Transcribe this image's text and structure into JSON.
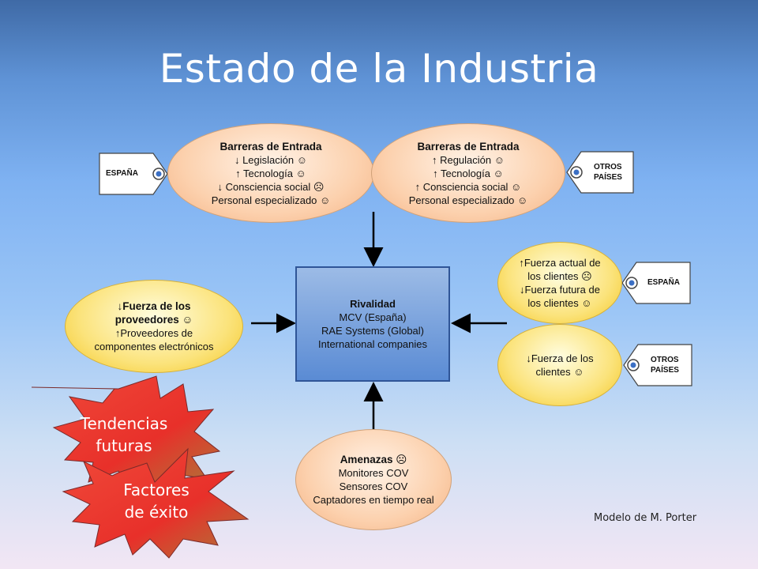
{
  "title": "Estado de la Industria",
  "barriers_spain": {
    "heading": "Barreras de Entrada",
    "lines": [
      "↓ Legislación ☺",
      "↑ Tecnología ☺",
      "↓ Consciencia social ☹",
      "Personal especializado ☺"
    ]
  },
  "barriers_other": {
    "heading": "Barreras de Entrada",
    "lines": [
      "↑ Regulación ☺",
      "↑ Tecnología ☺",
      "↑ Consciencia social ☺",
      "Personal especializado ☺"
    ]
  },
  "tags": {
    "spain_top": "ESPAÑA",
    "other_top_1": "OTROS",
    "other_top_2": "PAÍSES",
    "spain_right": "ESPAÑA",
    "other_right_1": "OTROS",
    "other_right_2": "PAÍSES"
  },
  "suppliers": {
    "heading_1": "↓Fuerza de los",
    "heading_2": "proveedores ☺",
    "lines": [
      "↑Proveedores de",
      "componentes electrónicos"
    ]
  },
  "rivalry": {
    "heading": "Rivalidad",
    "lines": [
      "MCV (España)",
      "RAE Systems (Global)",
      "International companies"
    ]
  },
  "clients_spain": {
    "lines": [
      "↑Fuerza actual de",
      "los clientes ☹",
      "↓Fuerza futura de",
      "los clientes ☺"
    ]
  },
  "clients_other": {
    "lines": [
      "↓Fuerza de los",
      "clientes ☺"
    ]
  },
  "threats": {
    "heading": "Amenazas ☹",
    "lines": [
      "Monitores COV",
      "Sensores COV",
      "Captadores en tiempo real"
    ]
  },
  "stars": {
    "trends": [
      "Tendencias",
      "futuras"
    ],
    "success": [
      "Factores",
      "de éxito"
    ]
  },
  "credit": "Modelo de M. Porter",
  "colors": {
    "star_red": "#e8302a",
    "rival_border": "#2f5597",
    "title": "#ffffff"
  }
}
